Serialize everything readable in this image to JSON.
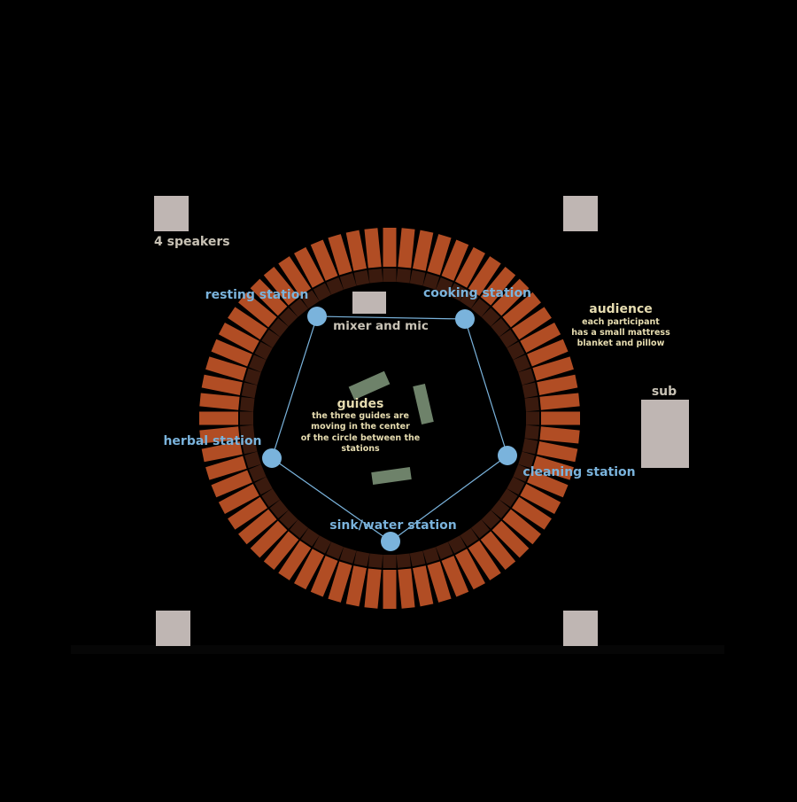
{
  "speakers_label": "4 speakers",
  "sub_label": "sub",
  "mixer_label": "mixer and mic",
  "audience": {
    "title": "audience",
    "lines": [
      "each participant",
      "has a small mattress",
      "blanket and pillow"
    ]
  },
  "guides": {
    "title": "guides",
    "lines": [
      "the three guides are",
      "moving in the center",
      "of the circle between the",
      "stations"
    ]
  },
  "stations": {
    "resting": "resting station",
    "cooking": "cooking station",
    "herbal": "herbal station",
    "cleaning": "cleaning station",
    "sink": "sink/water station"
  },
  "seat_count": 64,
  "colors": {
    "background": "#000000",
    "mattress": "#b14d24",
    "pillow": "#3a1a0e",
    "station": "#7ab3dc",
    "station_line": "#7ab3dc",
    "station_text": "#7ab3dc",
    "speaker": "#bfb6b3",
    "guide": "#6e826a",
    "label": "#c8c2b5",
    "note_text": "#e6dcb0"
  }
}
